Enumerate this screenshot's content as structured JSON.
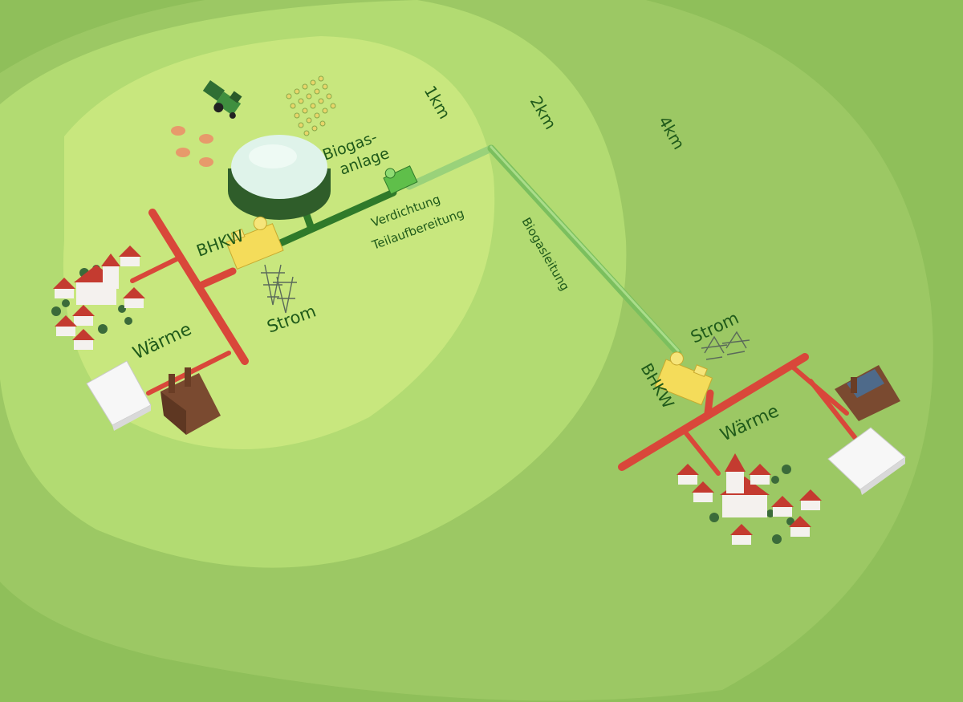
{
  "rings": {
    "r1": "1km",
    "r2": "2km",
    "r4": "4km"
  },
  "labels": {
    "biogas_line1": "Biogas-",
    "biogas_line2": "anlage",
    "compression_line1": "Verdichtung",
    "compression_line2": "Teilaufbereitung",
    "pipeline": "Biogasleitung",
    "chp_left": "BHKW",
    "power_left": "Strom",
    "heat_left": "Wärme",
    "chp_right": "BHKW",
    "power_right": "Strom",
    "heat_right": "Wärme"
  },
  "colors": {
    "ring_outer": "#8fbf5a",
    "ring_4km": "#9cc864",
    "ring_2km": "#b2db72",
    "ring_1km": "#c8e77e",
    "label": "#1f5a1a",
    "heat_pipe": "#d9473a",
    "gas_pipe_dark": "#2f7a2a",
    "gas_pipe_light": "#9ad27a",
    "chp": "#f4dc5a",
    "digester": "#dff3ea"
  },
  "icons": {
    "tractor": "tractor-icon",
    "pigs": "pig-icon",
    "crop": "maize-field-icon",
    "digester": "biogas-digester-icon",
    "compressor": "compressor-unit-icon",
    "chp": "chp-generator-icon",
    "pylon": "power-pylon-icon",
    "house": "house-icon",
    "church": "church-icon",
    "factory": "factory-icon",
    "hall": "hall-building-icon"
  }
}
